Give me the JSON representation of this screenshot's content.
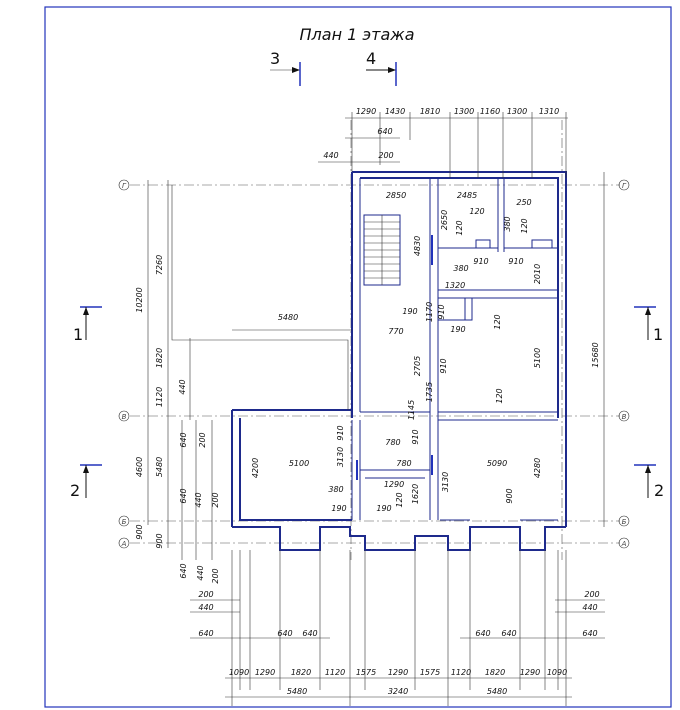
{
  "title": "План 1 этажа",
  "sections": [
    "3",
    "4",
    "1",
    "1",
    "2",
    "2"
  ],
  "axes": [
    "Г",
    "Г",
    "В",
    "В",
    "Б",
    "Б",
    "А",
    "А"
  ],
  "top_dims_row1": [
    "1290",
    "1430",
    "1810",
    "1300",
    "1160",
    "1300",
    "1310"
  ],
  "top_dims_row2": [
    "640"
  ],
  "top_dims_row3": [
    "440",
    "200"
  ],
  "left_dims": [
    "10200",
    "7260",
    "1820",
    "1120",
    "440",
    "4600",
    "640",
    "200",
    "5480",
    "640",
    "440",
    "200",
    "900",
    "900",
    "640",
    "440",
    "200"
  ],
  "right_dims": [
    "15680"
  ],
  "room_dims": [
    "2850",
    "2485",
    "250",
    "120",
    "120",
    "2650",
    "380",
    "120",
    "4830",
    "380",
    "910",
    "910",
    "2010",
    "1320",
    "190",
    "1170",
    "910",
    "190",
    "120",
    "5480",
    "770",
    "2705",
    "910",
    "5100",
    "1735",
    "120",
    "1145",
    "780",
    "910",
    "910",
    "780",
    "3130",
    "5100",
    "4200",
    "5090",
    "4280",
    "3130",
    "1290",
    "380",
    "120",
    "1620",
    "900",
    "190",
    "190"
  ],
  "bottom_left_dims": [
    "200",
    "440",
    "640",
    "640",
    "640"
  ],
  "bottom_right_dims": [
    "200",
    "440",
    "640",
    "640",
    "640"
  ],
  "bottom_row1": [
    "1090",
    "1290",
    "1820",
    "1120",
    "1575",
    "1290",
    "1575",
    "1120",
    "1820",
    "1290",
    "1090"
  ],
  "bottom_row2": [
    "5480",
    "3240",
    "5480"
  ]
}
